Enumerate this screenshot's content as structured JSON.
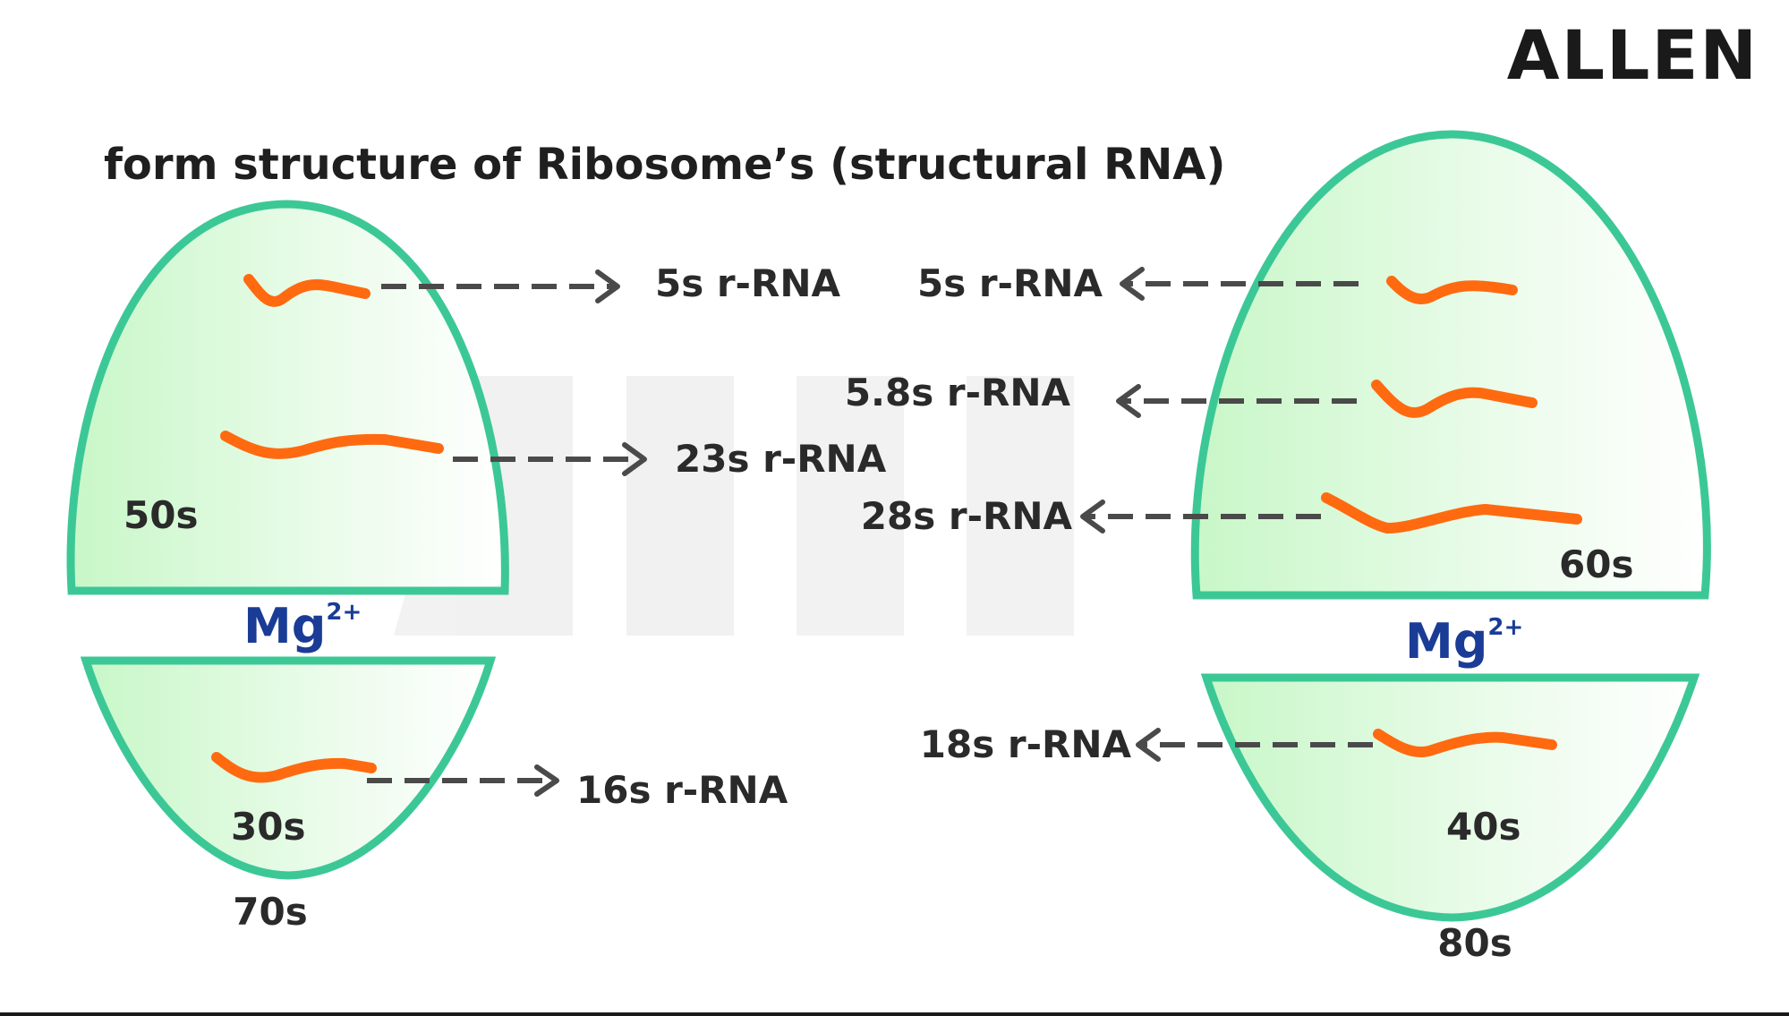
{
  "logo": "ALLEN",
  "title": "form structure of Ribosome’s (structural RNA)",
  "colors": {
    "shell_stroke": "#3cc896",
    "shell_fill_light": "#ffffff",
    "shell_fill_dark": "#c8f7c8",
    "rna_strand": "#ff6a10",
    "magnesium_text": "#1a3c96",
    "arrow": "#4a4a4a",
    "text": "#2a2a2a"
  },
  "prokaryotic": {
    "large_subunit": {
      "label": "50s",
      "rnas": [
        "5s r-RNA",
        "23s r-RNA"
      ]
    },
    "small_subunit": {
      "label": "30s",
      "rnas": [
        "16s r-RNA"
      ]
    },
    "magnesium": {
      "symbol": "Mg",
      "charge": "2+"
    },
    "total": "70s"
  },
  "eukaryotic": {
    "large_subunit": {
      "label": "60s",
      "rnas": [
        "5s r-RNA",
        "5.8s r-RNA",
        "28s r-RNA"
      ]
    },
    "small_subunit": {
      "label": "40s",
      "rnas": [
        "18s r-RNA"
      ]
    },
    "magnesium": {
      "symbol": "Mg",
      "charge": "2+"
    },
    "total": "80s"
  }
}
